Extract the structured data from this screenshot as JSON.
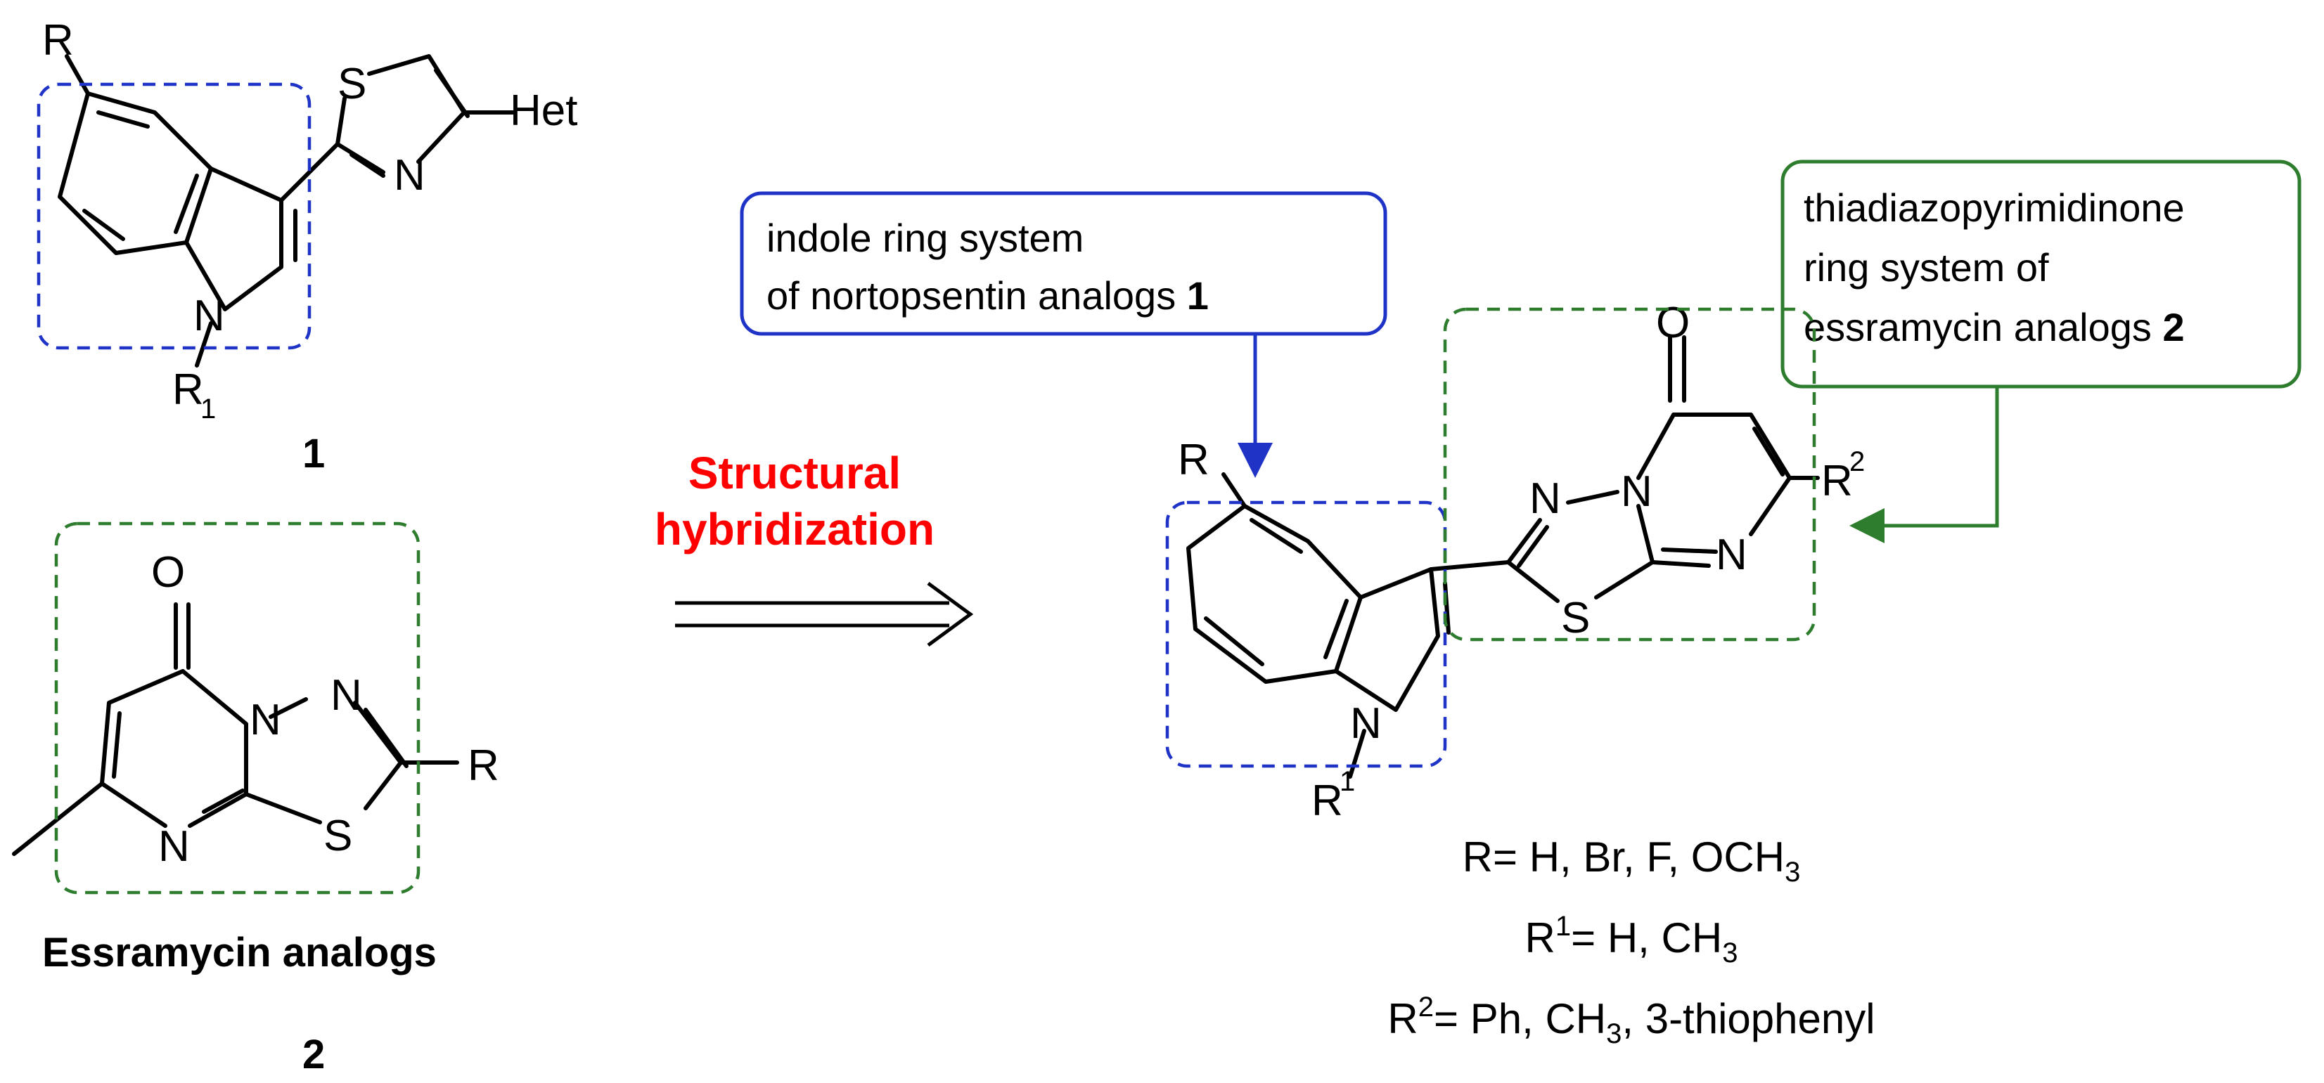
{
  "compound1": {
    "substituent_R": "R",
    "substituent_R1": "R",
    "substituent_R1_sub": "1",
    "atom_S": "S",
    "atom_N_thiazole": "N",
    "atom_N_indole": "N",
    "het_label": "Het",
    "number": "1"
  },
  "compound2": {
    "atom_O": "O",
    "atom_N_top": "N",
    "atom_N_ring": "N",
    "atom_N_bottom": "N",
    "atom_S": "S",
    "substituent_R": "R",
    "caption": "Essramycin analogs",
    "number": "2"
  },
  "arrow_label": {
    "line1": "Structural",
    "line2": "hybridization"
  },
  "callout_indole": {
    "line1": "indole ring system",
    "line2": "of nortopsentin analogs ",
    "ref": "1"
  },
  "callout_thiadiazo": {
    "line1": "thiadiazopyrimidinone",
    "line2": "ring system of",
    "line3": "essramycin analogs ",
    "ref": "2"
  },
  "hybrid": {
    "substituent_R": "R",
    "atom_N_indole": "N",
    "substituent_R1": "R",
    "substituent_R1_sup": "1",
    "atom_O": "O",
    "atom_N_a": "N",
    "atom_N_b": "N",
    "atom_N_c": "N",
    "atom_S": "S",
    "substituent_R2": "R",
    "substituent_R2_sup": "2"
  },
  "substituents": {
    "r_prefix": "R= H, Br, F, OCH",
    "r_sub": "3",
    "r1_base": "R",
    "r1_sup": "1",
    "r1_rest": "= H, CH",
    "r1_sub": "3",
    "r2_base": "R",
    "r2_sup": "2",
    "r2_mid": "= Ph, CH",
    "r2_sub": "3",
    "r2_rest": ", 3-thiophenyl"
  },
  "colors": {
    "indole_highlight": "#1f33c7",
    "thiadiazo_highlight": "#2e7d2e",
    "hybridization_text": "#ff0000"
  }
}
